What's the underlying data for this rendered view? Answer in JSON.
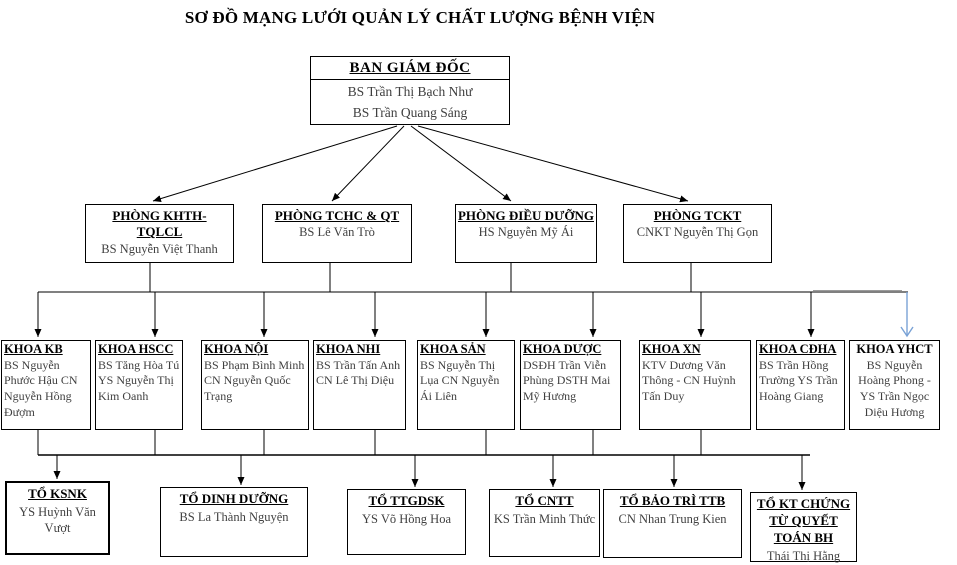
{
  "title": "SƠ ĐỒ MẠNG LƯỚI QUẢN LÝ CHẤT LƯỢNG BỆNH VIỆN",
  "board": {
    "name": "BAN GIÁM ĐỐC",
    "members": [
      "BS Trần Thị Bạch Như",
      "BS Trần Quang Sáng"
    ]
  },
  "departments": [
    {
      "name": "PHÒNG  KHTH-",
      "name_line2": "TQLCL",
      "members": [
        "BS Nguyễn Việt Thanh"
      ]
    },
    {
      "name": "PHÒNG  TCHC  & QT",
      "members": [
        "BS Lê Văn Trò"
      ]
    },
    {
      "name": "PHÒNG  ĐIỀU  DƯỠNG",
      "members": [
        "HS Nguyễn Mỹ Ái"
      ]
    },
    {
      "name": "PHÒNG  TCKT",
      "members": [
        "CNKT  Nguyễn Thị Gọn"
      ]
    }
  ],
  "faculties": [
    {
      "name": "KHOA KB",
      "members": [
        "BS Nguyễn Phước Hậu",
        "CN Nguyễn Hồng Đượm"
      ]
    },
    {
      "name": "KHOA HSCC",
      "members": [
        "BS Tăng Hòa Tú",
        "YS Nguyễn Thị Kim Oanh"
      ]
    },
    {
      "name": "KHOA NỘI",
      "members": [
        "BS Phạm Bình Minh",
        "CN Nguyễn Quốc Trạng"
      ]
    },
    {
      "name": "KHOA NHI",
      "members": [
        "BS Trần Tấn Anh",
        "CN Lê Thị Diệu"
      ]
    },
    {
      "name": "KHOA SẢN",
      "members": [
        "BS Nguyễn Thị Lụa",
        "CN Nguyễn Ái Liên"
      ]
    },
    {
      "name": "KHOA DƯỢC",
      "members": [
        "DSĐH Trần Viễn Phùng",
        "DSTH Mai Mỹ Hương"
      ]
    },
    {
      "name": "KHOA XN",
      "members": [
        "KTV Dương Văn Thông",
        "- CN Huỳnh Tấn Duy"
      ]
    },
    {
      "name": "KHOA CĐHA",
      "members": [
        "BS Trần Hồng Trường",
        "YS Trần Hoàng Giang"
      ]
    },
    {
      "name": "KHOA YHCT",
      "members": [
        "BS Nguyễn Hoàng Phong",
        "- YS Trần Ngọc Diệu Hương"
      ]
    }
  ],
  "teams": [
    {
      "name": "TỔ  KSNK",
      "members": [
        "YS  Huỳnh Văn Vượt"
      ]
    },
    {
      "name": "TỔ DINH  DƯỠNG",
      "members": [
        "BS  La Thành Nguyện"
      ]
    },
    {
      "name": "TỔ  TTGDSK",
      "members": [
        "YS Võ Hồng Hoa"
      ]
    },
    {
      "name": "TỔ  CNTT",
      "members": [
        "KS Trần Minh Thức"
      ]
    },
    {
      "name": "TỔ BẢO TRÌ TTB",
      "members": [
        "CN  Nhan Trung Kien"
      ]
    },
    {
      "name": "TỔ KT CHỨNG TỪ QUYẾT TOÁN BH",
      "members": [
        "Thái Thị Hằng"
      ]
    }
  ],
  "colors": {
    "line": "#000000",
    "highlight_arrow": "#7aa2d6",
    "member_text": "#3f3f3f"
  }
}
